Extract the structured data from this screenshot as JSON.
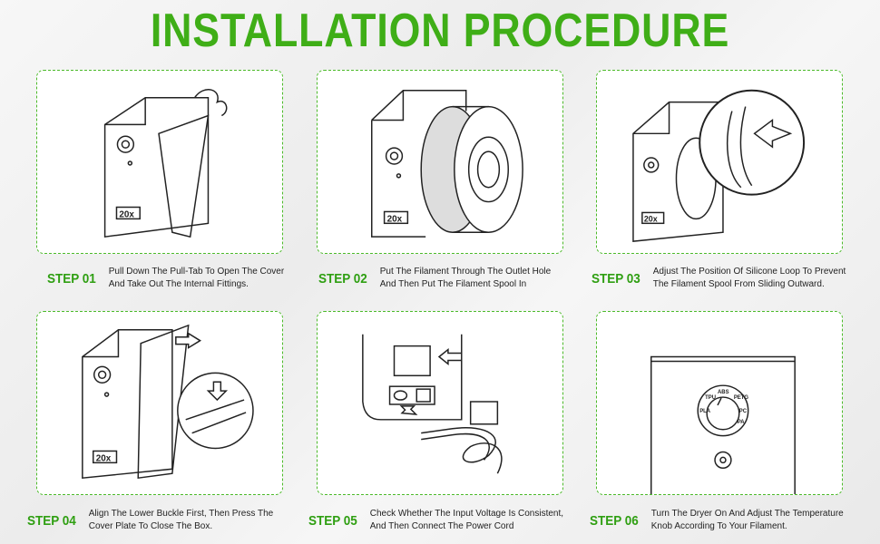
{
  "title": "INSTALLATION PROCEDURE",
  "accent_color": "#3fae17",
  "steps": [
    {
      "label": "STEP 01",
      "line1": "Pull Down The Pull-Tab To Open The Cover",
      "line2": "And Take Out The Internal Fittings.",
      "display": "20x"
    },
    {
      "label": "STEP 02",
      "line1": "Put The Filament Through The Outlet Hole",
      "line2": "And Then Put The Filament Spool In",
      "display": "20x"
    },
    {
      "label": "STEP 03",
      "line1": "Adjust The Position Of Silicone Loop To Prevent",
      "line2": "The Filament Spool From Sliding Outward.",
      "display": "20x"
    },
    {
      "label": "STEP 04",
      "line1": "Align The Lower Buckle First, Then Press The",
      "line2": "Cover Plate To Close The Box.",
      "display": "20x"
    },
    {
      "label": "STEP 05",
      "line1": "Check Whether The Input Voltage Is Consistent,",
      "line2": "And Then Connect The Power Cord"
    },
    {
      "label": "STEP 06",
      "line1": "Turn The Dryer On And Adjust The Temperature",
      "line2": "Knob According To Your Filament."
    }
  ],
  "knob_labels": [
    "PLA",
    "TPU",
    "ABS",
    "PETG",
    "PC",
    "PA"
  ]
}
